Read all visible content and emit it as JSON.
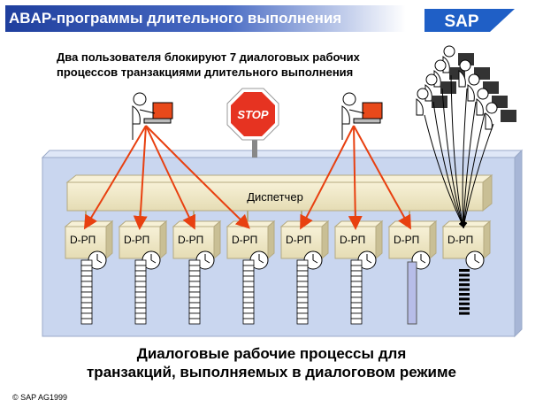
{
  "header": {
    "title": "ABAP-программы длительного выполнения",
    "brand": "SAP"
  },
  "annotation": {
    "line1": "Два пользователя блокируют 7 диалоговых рабочих",
    "line2": "процессов транзакциями длительного выполнения"
  },
  "stop_sign": {
    "text": "STOP"
  },
  "dispatcher": {
    "label": "Диспетчер"
  },
  "work_processes": [
    {
      "label": "D-РП",
      "queue": "short"
    },
    {
      "label": "D-РП",
      "queue": "short"
    },
    {
      "label": "D-РП",
      "queue": "short"
    },
    {
      "label": "D-РП",
      "queue": "short"
    },
    {
      "label": "D-РП",
      "queue": "short"
    },
    {
      "label": "D-РП",
      "queue": "short"
    },
    {
      "label": "D-РП",
      "queue": "long"
    },
    {
      "label": "D-РП",
      "queue": "dialog"
    }
  ],
  "caption": {
    "line1": "Диалоговые рабочие процессы для",
    "line2": "транзакций, выполняемых в диалоговом режиме"
  },
  "footer": {
    "copyright": "© SAP AG1999"
  },
  "colors": {
    "panel": "#c9d6ef",
    "box": "#efe7c6",
    "arrow": "#e84010",
    "title_bar": "#1f3f9e"
  }
}
